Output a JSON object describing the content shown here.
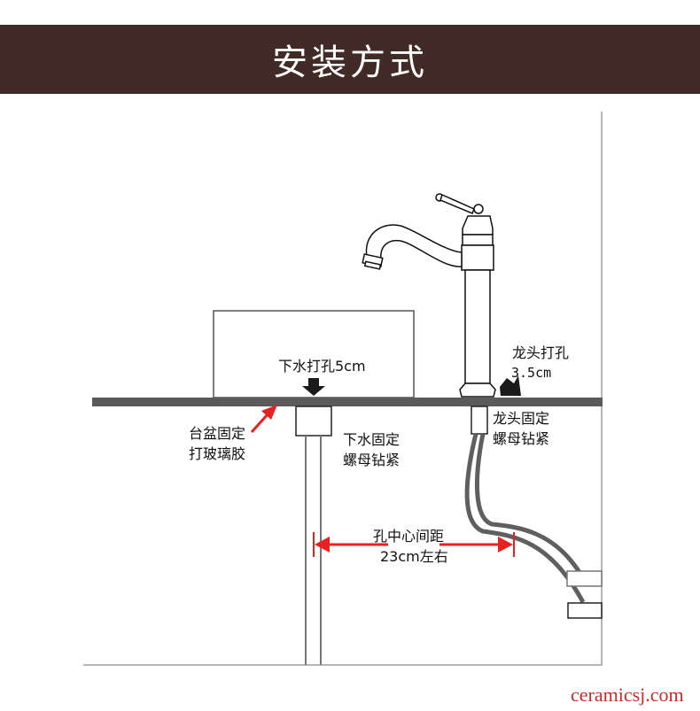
{
  "header": {
    "title": "安装方式"
  },
  "diagram": {
    "labels": {
      "drain_hole": "下水打孔5cm",
      "faucet_hole_line1": "龙头打孔",
      "faucet_hole_line2": "3.5cm",
      "basin_fix_line1": "台盆固定",
      "basin_fix_line2": "打玻璃胶",
      "drain_fix_line1": "下水固定",
      "drain_fix_line2": "螺母钻紧",
      "faucet_fix_line1": "龙头固定",
      "faucet_fix_line2": "螺母钻紧",
      "distance_line1": "孔中心间距",
      "distance_line2": "23cm左右"
    },
    "colors": {
      "banner": "#422a26",
      "counter": "#5a5a5a",
      "wall": "#b5b5b5",
      "hose": "#5f5f5f",
      "annotation_red": "#e82020",
      "pointer_black": "#1a1a1a"
    }
  },
  "watermark": "ceramicsj.com"
}
